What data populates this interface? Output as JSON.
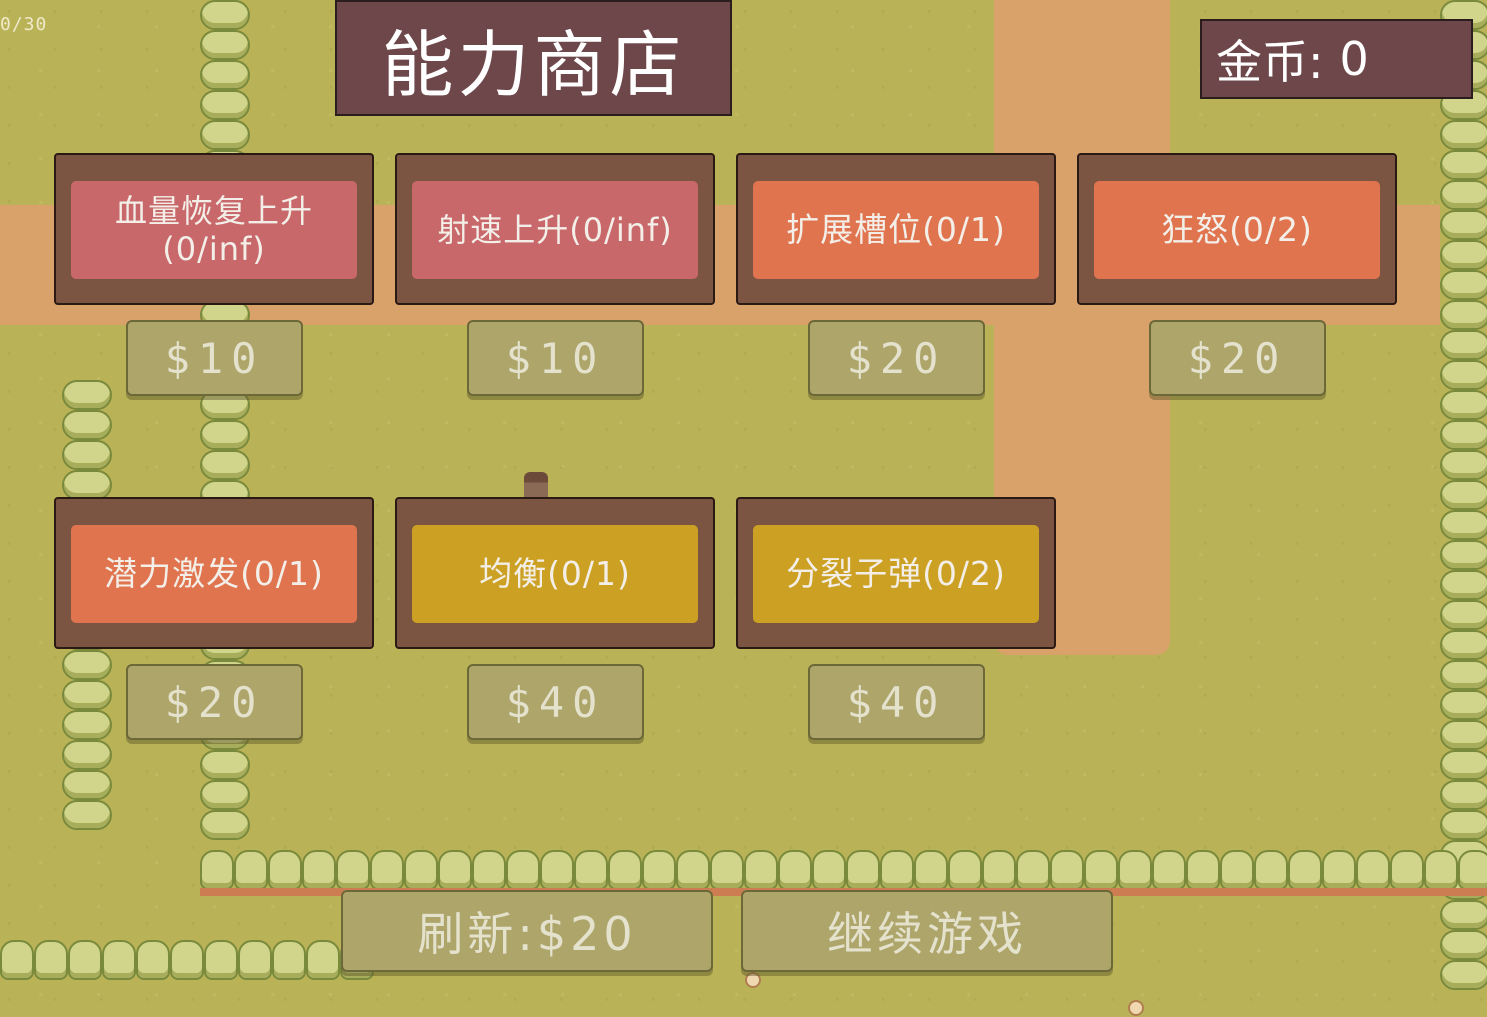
{
  "hud": {
    "counter": "0/30"
  },
  "shop": {
    "title": "能力商店",
    "coins_label": "金币:",
    "coins_value": "0"
  },
  "cards": [
    {
      "name": "血量恢复上升(0/inf)",
      "price": "$10",
      "color": "pink"
    },
    {
      "name": "射速上升(0/inf)",
      "price": "$10",
      "color": "pink"
    },
    {
      "name": "扩展槽位(0/1)",
      "price": "$20",
      "color": "orange"
    },
    {
      "name": "狂怒(0/2)",
      "price": "$20",
      "color": "orange"
    },
    {
      "name": "潜力激发(0/1)",
      "price": "$20",
      "color": "orange"
    },
    {
      "name": "均衡(0/1)",
      "price": "$40",
      "color": "gold"
    },
    {
      "name": "分裂子弹(0/2)",
      "price": "$40",
      "color": "gold"
    }
  ],
  "buttons": {
    "refresh": "刷新:$20",
    "continue": "继续游戏"
  },
  "colors": {
    "panel": "#6e474b",
    "card_frame": "#7c5442",
    "pink": "#c8686a",
    "orange": "#e0744f",
    "gold": "#cca123",
    "price_button": "#ada56a",
    "grass": "#b9b257",
    "dirt_path": "#d8a26a"
  }
}
